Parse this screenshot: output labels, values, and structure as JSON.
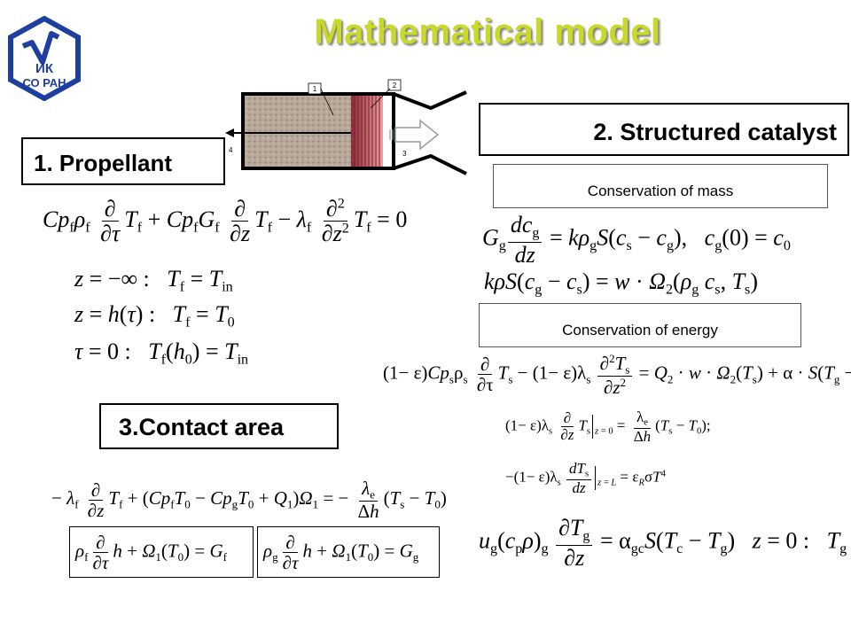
{
  "slide": {
    "title": "Mathematical model",
    "logo_text_top": "ИК",
    "logo_text_bottom": "СО РАН",
    "section1": "1. Propellant",
    "section2": "2. Structured catalyst",
    "section3": "3.Contact area",
    "mass_label": "Conservation of mass",
    "energy_label": "Conservation of energy",
    "diagram_labels": [
      "1",
      "2",
      "3",
      "4"
    ]
  },
  "colors": {
    "title": "#c8d92a",
    "logo_blue": "#1f3fa0",
    "propellant": "#b8a89a",
    "catalyst": "#c0303c"
  }
}
